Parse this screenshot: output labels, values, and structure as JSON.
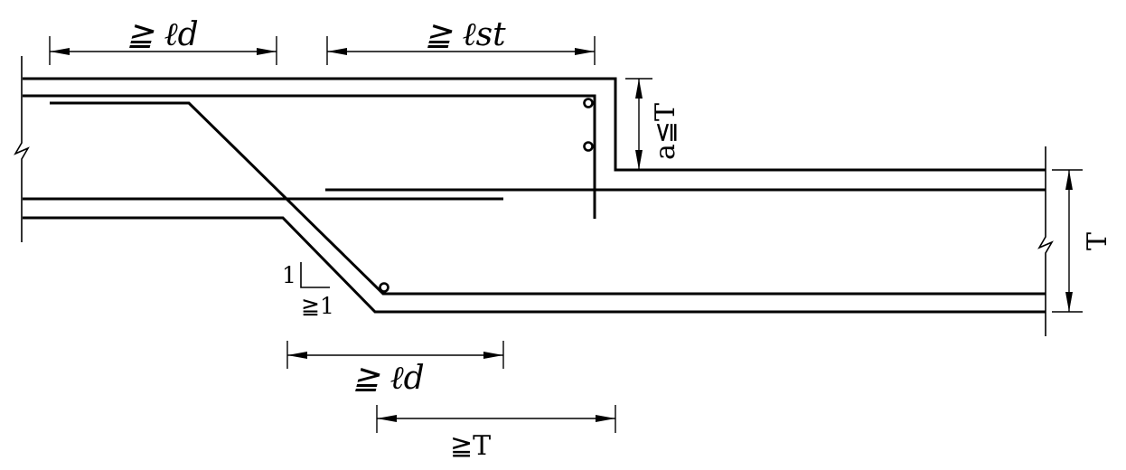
{
  "labels": {
    "top_left_ld": "≧ ℓd",
    "top_lst": "≧ ℓst",
    "step_height": "a≦T",
    "thickness_right": "T",
    "slope_rise": "1",
    "slope_run": "≧1",
    "bottom_ld": "≧ ℓd",
    "bottom_T": "≧T"
  }
}
